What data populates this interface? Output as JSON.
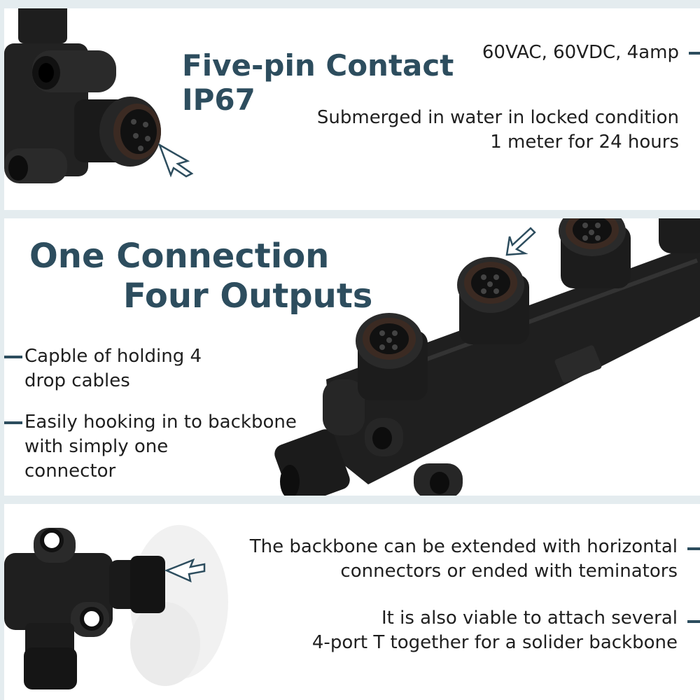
{
  "top": {
    "heading": {
      "line1": "Five-pin Contact",
      "line2": "IP67"
    },
    "spec": "60VAC, 60VDC, 4amp",
    "submerged": {
      "line1": "Submerged in water in locked condition",
      "line2": "1 meter for 24 hours"
    }
  },
  "middle": {
    "heading": {
      "line1": "One Connection",
      "line2": "Four Outputs"
    },
    "features": [
      {
        "line1": "Capble of holding 4",
        "line2": "drop cables"
      },
      {
        "line1": "Easily hooking in to backbone",
        "line2": "with simply one",
        "line3": "connector"
      }
    ]
  },
  "bottom": {
    "features": [
      {
        "line1": "The backbone can be extended with horizontal",
        "line2": "connectors or ended with teminators"
      },
      {
        "line1": "It is also viable to attach several",
        "line2": "4-port T together for a solider backbone"
      }
    ]
  },
  "colors": {
    "accent": "#2d4d5e",
    "background": "#e4ecef",
    "panel": "#ffffff",
    "connector": "#1c1c1c"
  },
  "icons": [
    "arrow-pointer-icon",
    "connector-image"
  ]
}
